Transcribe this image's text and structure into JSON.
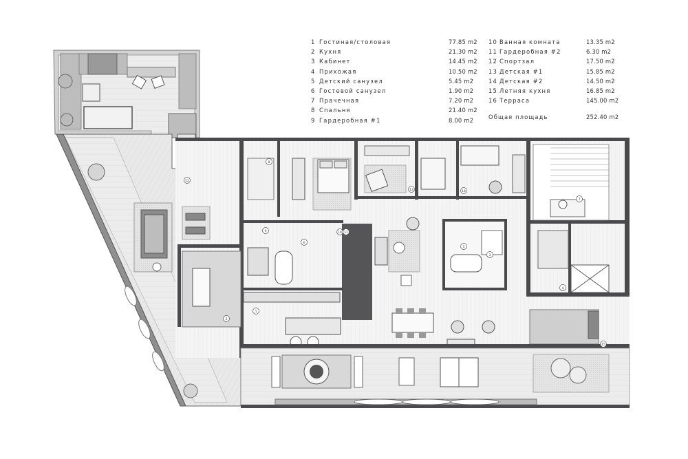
{
  "legend": {
    "rooms": [
      {
        "num": "1",
        "name": "Гостиная/столовая",
        "area": "77.85 m2"
      },
      {
        "num": "2",
        "name": "Кухня",
        "area": "21.30 m2"
      },
      {
        "num": "3",
        "name": "Кабинет",
        "area": "14.45 m2"
      },
      {
        "num": "4",
        "name": "Прихожая",
        "area": "10.50 m2"
      },
      {
        "num": "5",
        "name": "Детский санузел",
        "area": "5.45 m2"
      },
      {
        "num": "6",
        "name": "Гостевой санузел",
        "area": "1.90 m2"
      },
      {
        "num": "7",
        "name": "Прачечная",
        "area": "7.20 m2"
      },
      {
        "num": "8",
        "name": "Спальня",
        "area": "21.40 m2"
      },
      {
        "num": "9",
        "name": "Гардеробная #1",
        "area": "8.00 m2"
      },
      {
        "num": "10",
        "name": "Ванная комната",
        "area": "13.35 m2"
      },
      {
        "num": "11",
        "name": "Гардеробная #2",
        "area": "6.30 m2"
      },
      {
        "num": "12",
        "name": "Спортзал",
        "area": "17.50 m2"
      },
      {
        "num": "13",
        "name": "Детская #1",
        "area": "15.85 m2"
      },
      {
        "num": "14",
        "name": "Детская #2",
        "area": "14.50 m2"
      },
      {
        "num": "15",
        "name": "Летняя кухня",
        "area": "16.85 m2"
      },
      {
        "num": "16",
        "name": "Терраса",
        "area": "145.00 m2"
      }
    ],
    "total_label": "Общая площадь",
    "total_area": "252.40 m2"
  },
  "markers": [
    "8",
    "13",
    "14",
    "7",
    "12",
    "10",
    "9",
    "6",
    "5",
    "3",
    "15",
    "2",
    "1",
    "4",
    "11"
  ],
  "colors": {
    "wall": "#4a4a4c",
    "floor": "#f4f4f4",
    "terrace": "#e6e6e6",
    "furniture": "#c8c8c8",
    "line": "#777777"
  }
}
